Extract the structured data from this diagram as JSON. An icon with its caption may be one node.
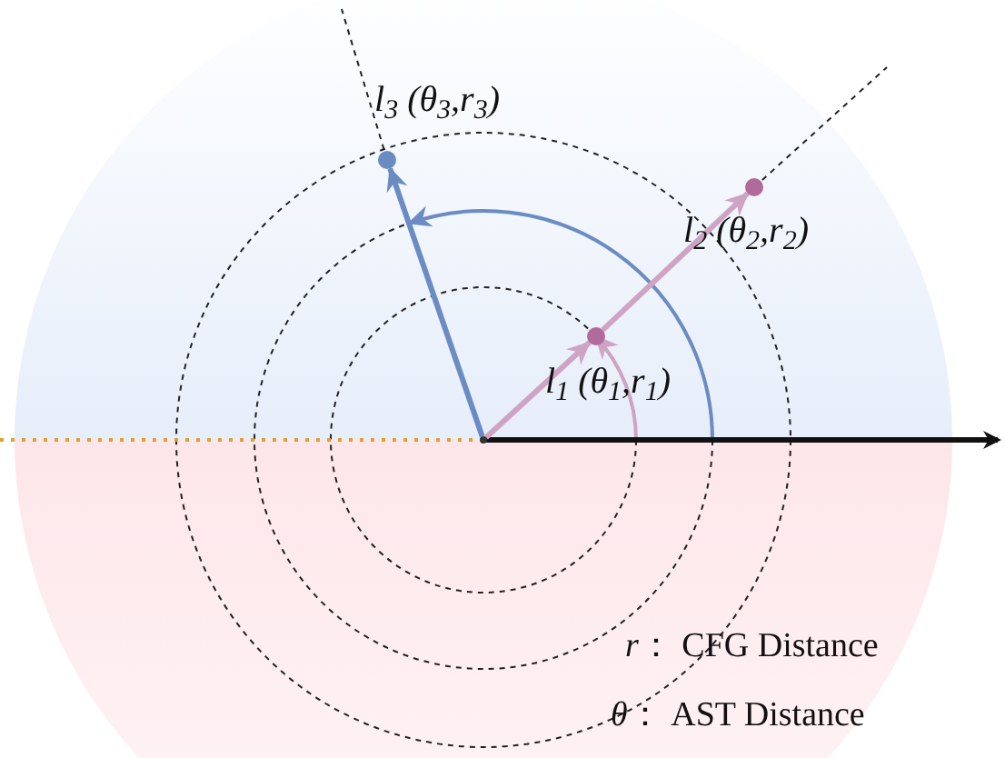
{
  "diagram": {
    "nodes": [
      {
        "text": [],
        "shape": "dot"
      },
      {
        "text": [],
        "shape": "dot",
        "beside": [
          "l$_{1}$ (θ$_{1}$,r$_{1}$)"
        ]
      },
      {
        "text": [],
        "shape": "dot",
        "beside": [
          "l$_{2}$ (θ$_{2}$,r$_{2}$)"
        ]
      },
      {
        "text": [],
        "shape": "dot",
        "beside": [
          "l$_{3}$ (θ$_{3}$,r$_{3}$)"
        ]
      }
    ],
    "edges": [
      {
        "from": 0,
        "to": 3,
        "arrow": "to",
        "color": "#6b8bc3"
      },
      {
        "from": 0,
        "to": 1,
        "arrow": "to",
        "color": "#cfa3c4"
      },
      {
        "from": 1,
        "to": 2,
        "arrow": "to",
        "color": "#cfa3c4"
      }
    ],
    "labels": [
      "*r*： CFG Distance",
      "*θ*： AST Distance"
    ]
  }
}
